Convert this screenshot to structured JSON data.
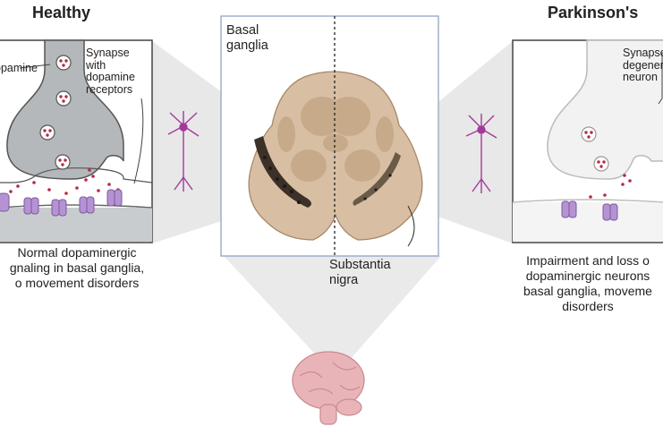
{
  "healthy": {
    "title": "Healthy",
    "dopamine_label": "opamine",
    "synapse_label": [
      "Synapse",
      "with",
      "dopamine",
      "receptors"
    ],
    "caption": [
      "Normal dopaminergic",
      "gnaling in basal ganglia,",
      "o movement disorders"
    ]
  },
  "parkinsons": {
    "title": "Parkinson's",
    "synapse_label": [
      "Synapse",
      "degener",
      "neuron"
    ],
    "caption": [
      "Impairment and loss  o",
      "dopaminergic neurons",
      "basal ganglia, moveme",
      "disorders"
    ]
  },
  "center": {
    "basal_ganglia_label": [
      "Basal",
      "ganglia"
    ],
    "substantia_nigra_label": [
      "Substantia",
      "nigra"
    ]
  },
  "colors": {
    "healthy_terminal": "#b4b8ba",
    "parkinsons_terminal": "#f2f2f2",
    "receptor": "#b593d3",
    "dopamine_dot": "#b52a46",
    "brain_section": "#d8bfa3",
    "nigra_dark": "#3b3128",
    "neuron": "#a23a9a",
    "brain": "#e9b4b8",
    "cone": "#c9c9c9"
  },
  "icons": [
    "neuron-icon",
    "brain-icon"
  ]
}
